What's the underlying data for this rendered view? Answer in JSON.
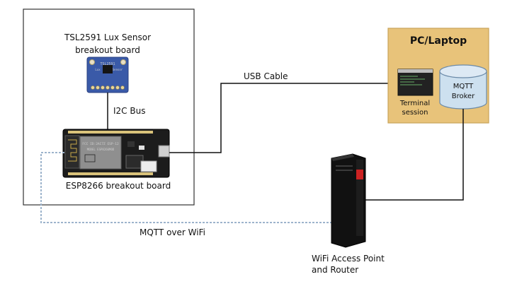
{
  "sensor": {
    "label_line1": "TSL2591 Lux Sensor",
    "label_line2": "breakout board",
    "chip_text_line1": "TSL2591",
    "chip_text_line2": "Lux",
    "chip_text_line3": "Sensor"
  },
  "esp": {
    "label": "ESP8266 breakout board",
    "module_text_line1": "FCC ID:2AC7Z ESP-12",
    "module_text_line2": "MODEL ESP8266MOD"
  },
  "links": {
    "i2c": "I2C Bus",
    "usb": "USB Cable",
    "mqtt_wifi": "MQTT over WiFi"
  },
  "pc": {
    "title": "PC/Laptop",
    "terminal_line1": "Terminal",
    "terminal_line2": "session",
    "broker_line1": "MQTT",
    "broker_line2": "Broker"
  },
  "router": {
    "label_line1": "WiFi Access Point",
    "label_line2": "and Router"
  },
  "colors": {
    "pc_box_fill": "#e8c37a",
    "pc_box_stroke": "#c9a45a",
    "sensor_board": "#3a5aa8",
    "esp_board": "#1c1c1c",
    "broker_fill": "#cde0ef",
    "router_accent": "#cc2222",
    "wifi_link": "#9db4cc"
  }
}
